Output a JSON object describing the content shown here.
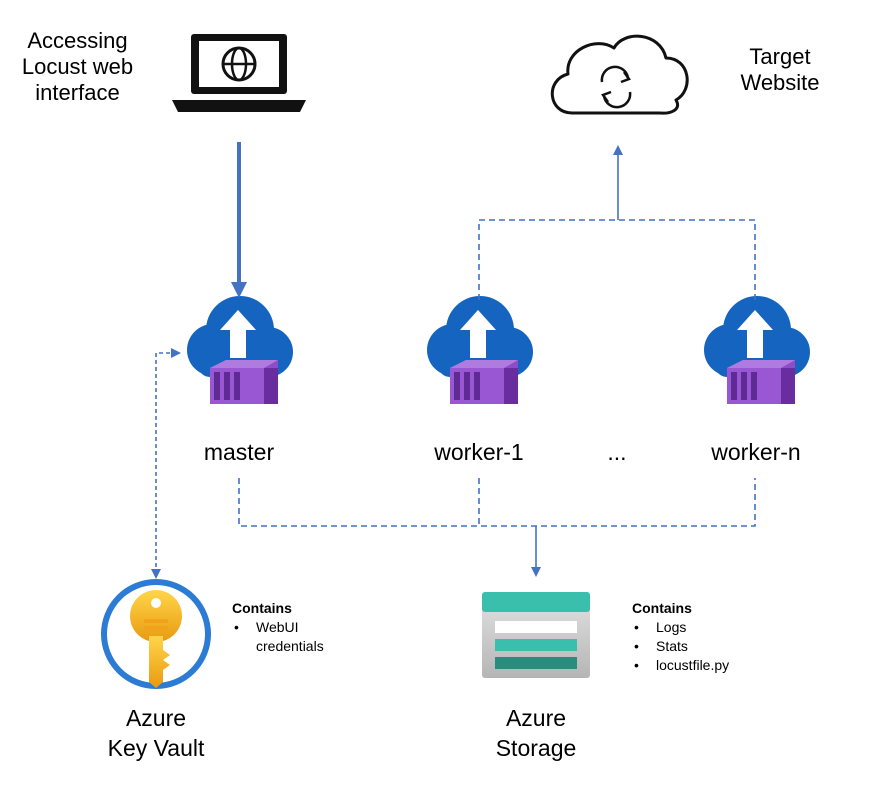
{
  "client": {
    "label_lines": [
      "Accessing",
      "Locust web",
      "interface"
    ]
  },
  "target": {
    "label_lines": [
      "Target",
      "Website"
    ]
  },
  "nodes": {
    "master": "master",
    "worker_1": "worker-1",
    "ellipsis": "...",
    "worker_n": "worker-n"
  },
  "key_vault": {
    "label_lines": [
      "Azure",
      "Key Vault"
    ],
    "contains_heading": "Contains",
    "contains_items": [
      "WebUI credentials"
    ]
  },
  "storage": {
    "label_lines": [
      "Azure",
      "Storage"
    ],
    "contains_heading": "Contains",
    "contains_items": [
      "Logs",
      "Stats",
      "locustfile.py"
    ]
  },
  "colors": {
    "connector": "#4472C4",
    "cloud_blue": "#1565C0",
    "container_purple": "#7B3FB5",
    "key_gold": "#F3B41A",
    "storage_teal": "#3BBFAD"
  },
  "icons": [
    "laptop-globe-icon",
    "cloud-sync-icon",
    "container-app-icon",
    "key-vault-icon",
    "storage-account-icon"
  ]
}
